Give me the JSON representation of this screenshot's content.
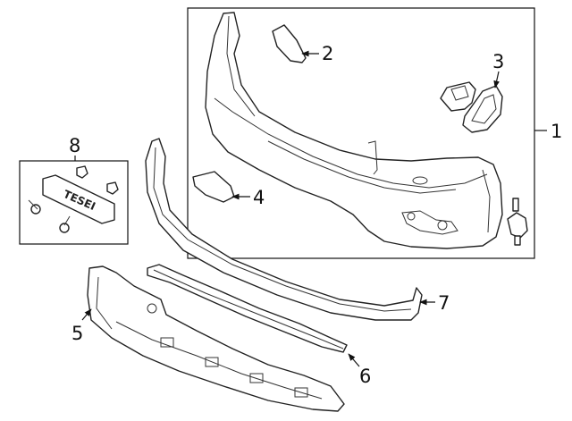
{
  "callouts": [
    {
      "id": "1",
      "label": "1"
    },
    {
      "id": "2",
      "label": "2"
    },
    {
      "id": "3",
      "label": "3"
    },
    {
      "id": "4",
      "label": "4"
    },
    {
      "id": "5",
      "label": "5"
    },
    {
      "id": "6",
      "label": "6"
    },
    {
      "id": "7",
      "label": "7"
    },
    {
      "id": "8",
      "label": "8"
    }
  ],
  "emblem_text": "TESEI"
}
